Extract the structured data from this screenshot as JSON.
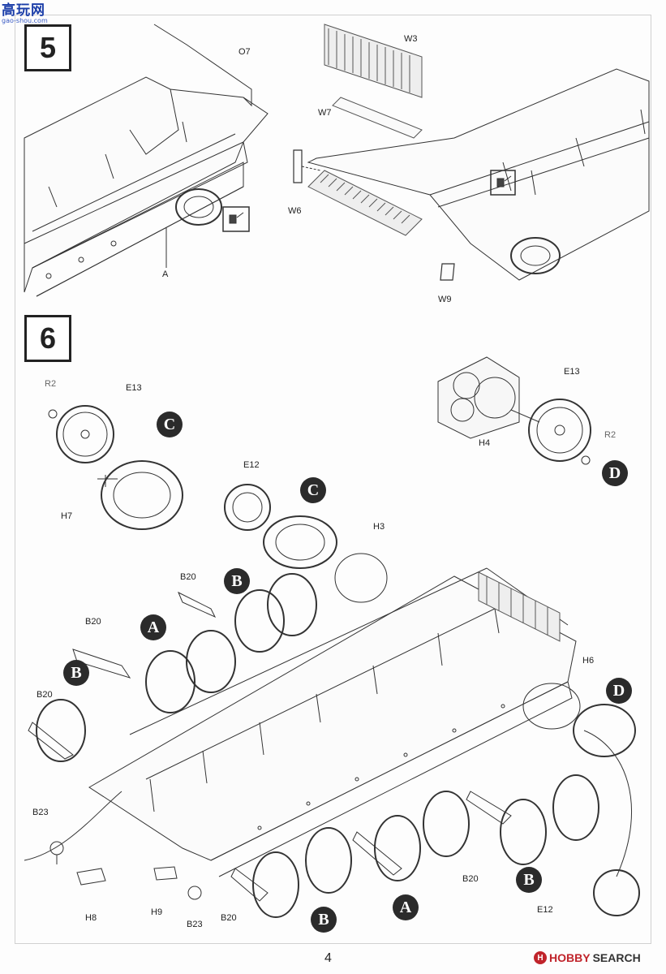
{
  "watermark": {
    "title": "高玩网",
    "url": "gao-shou.com"
  },
  "steps": [
    {
      "number": "5"
    },
    {
      "number": "6"
    }
  ],
  "step5_labels": {
    "o7": "O7",
    "a": "A",
    "w3": "W3",
    "w7": "W7",
    "w6": "W6",
    "w9": "W9"
  },
  "step6_labels": {
    "r2_left": "R2",
    "e13_left": "E13",
    "h7": "H7",
    "e12_top": "E12",
    "h3": "H3",
    "e13_right": "E13",
    "r2_right": "R2",
    "h4": "H4",
    "h6": "H6",
    "b20_1": "B20",
    "b20_2": "B20",
    "b20_3": "B20",
    "b20_4": "B20",
    "b20_5": "B20",
    "b23_left": "B23",
    "h8": "H8",
    "h9": "H9",
    "b23_bottom": "B23",
    "e12_bottom": "E12"
  },
  "callouts": {
    "c_left": "C",
    "c_mid": "C",
    "d_top": "D",
    "d_right": "D",
    "a_left": "A",
    "a_bottom": "A",
    "b_top": "B",
    "b_left": "B",
    "b_bottom_left": "B",
    "b_bottom_right": "B"
  },
  "footer": {
    "page_number": "4",
    "brand_hobby": "HOBBY",
    "brand_search": "SEARCH",
    "brand_logo_letter": "H"
  }
}
